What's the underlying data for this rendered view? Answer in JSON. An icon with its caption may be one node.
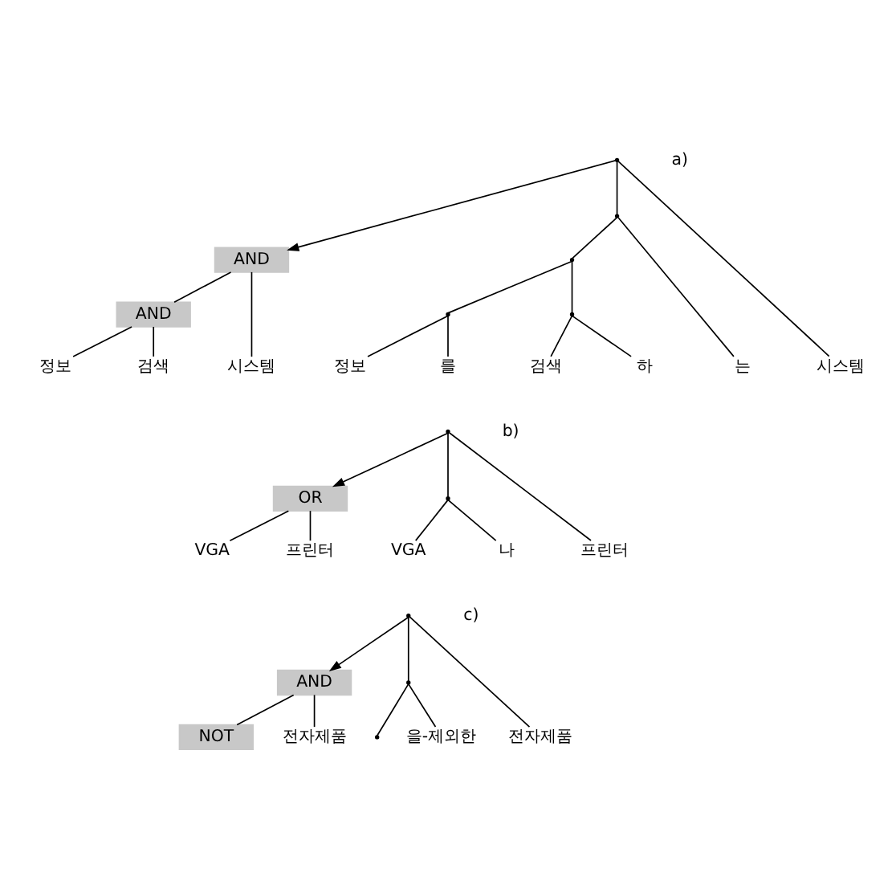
{
  "diagram": {
    "nodes": [
      {
        "text": [],
        "shape": "point"
      },
      {
        "text": [
          "AND"
        ]
      },
      {
        "text": [],
        "shape": "point"
      },
      {
        "text": [
          "AND"
        ]
      },
      {
        "text": [],
        "shape": "point"
      },
      {
        "text": [],
        "shape": "point"
      },
      {
        "text": [],
        "shape": "point"
      },
      {
        "text": [
          "정보"
        ]
      },
      {
        "text": [
          "를"
        ]
      },
      {
        "text": [
          "검색"
        ]
      },
      {
        "text": [
          "하"
        ]
      },
      {
        "text": [
          "는"
        ]
      },
      {
        "text": [
          "시스템"
        ]
      },
      {
        "text": [
          "정보"
        ]
      },
      {
        "text": [
          "검색"
        ]
      },
      {
        "text": [
          "시스템"
        ]
      },
      {
        "text": [],
        "shape": "point"
      },
      {
        "text": [
          "OR"
        ]
      },
      {
        "text": [],
        "shape": "point"
      },
      {
        "text": [
          "VGA"
        ]
      },
      {
        "text": [
          "나"
        ]
      },
      {
        "text": [
          "프린터"
        ]
      },
      {
        "text": [
          "VGA"
        ]
      },
      {
        "text": [
          "프린터"
        ]
      },
      {
        "text": [],
        "shape": "point"
      },
      {
        "text": [
          "AND"
        ]
      },
      {
        "text": [],
        "shape": "point"
      },
      {
        "text": [],
        "shape": "point"
      },
      {
        "text": [
          "을-제외한"
        ]
      },
      {
        "text": [
          "전자제품"
        ]
      },
      {
        "text": [
          "NOT"
        ]
      },
      {
        "text": [
          "전자제품"
        ]
      }
    ],
    "edges": [
      {
        "from": 0,
        "to": 1,
        "arrow": "to"
      },
      {
        "from": 0,
        "to": 2,
        "arrow": "none"
      },
      {
        "from": 0,
        "to": 12,
        "arrow": "none"
      },
      {
        "from": 2,
        "to": 4,
        "arrow": "none"
      },
      {
        "from": 2,
        "to": 11,
        "arrow": "none"
      },
      {
        "from": 4,
        "to": 5,
        "arrow": "none"
      },
      {
        "from": 4,
        "to": 6,
        "arrow": "none"
      },
      {
        "from": 5,
        "to": 7,
        "arrow": "none"
      },
      {
        "from": 5,
        "to": 8,
        "arrow": "none"
      },
      {
        "from": 6,
        "to": 9,
        "arrow": "none"
      },
      {
        "from": 6,
        "to": 10,
        "arrow": "none"
      },
      {
        "from": 1,
        "to": 3,
        "arrow": "none"
      },
      {
        "from": 1,
        "to": 15,
        "arrow": "none"
      },
      {
        "from": 3,
        "to": 13,
        "arrow": "none"
      },
      {
        "from": 3,
        "to": 14,
        "arrow": "none"
      },
      {
        "from": 16,
        "to": 17,
        "arrow": "to"
      },
      {
        "from": 16,
        "to": 18,
        "arrow": "none"
      },
      {
        "from": 16,
        "to": 21,
        "arrow": "none"
      },
      {
        "from": 18,
        "to": 19,
        "arrow": "none"
      },
      {
        "from": 18,
        "to": 20,
        "arrow": "none"
      },
      {
        "from": 17,
        "to": 22,
        "arrow": "none"
      },
      {
        "from": 17,
        "to": 23,
        "arrow": "none"
      },
      {
        "from": 24,
        "to": 25,
        "arrow": "to"
      },
      {
        "from": 24,
        "to": 26,
        "arrow": "none"
      },
      {
        "from": 24,
        "to": 29,
        "arrow": "none"
      },
      {
        "from": 26,
        "to": 27,
        "arrow": "none"
      },
      {
        "from": 26,
        "to": 28,
        "arrow": "none"
      },
      {
        "from": 25,
        "to": 30,
        "arrow": "none"
      },
      {
        "from": 25,
        "to": 31,
        "arrow": "none"
      }
    ],
    "labels": [
      "a)",
      "b)",
      "c)"
    ]
  }
}
